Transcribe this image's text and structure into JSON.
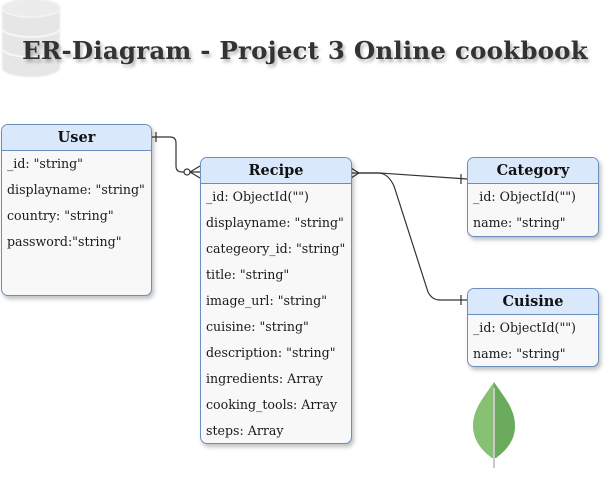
{
  "title": "ER-Diagram - Project 3 Online cookbook",
  "icons": {
    "database": "database-icon",
    "mongodb": "mongodb-leaf-icon"
  },
  "colors": {
    "entity_header": "#dae8fc",
    "entity_border": "#6c8ebf",
    "entity_body": "#f8f8f8",
    "connector": "#333333",
    "leaf_light": "#8cc87a",
    "leaf_dark": "#5a9c4c"
  },
  "entities": {
    "user": {
      "name": "User",
      "fields": [
        "_id: \"string\"",
        "displayname: \"string\"",
        "country: \"string\"",
        "password:\"string\""
      ]
    },
    "recipe": {
      "name": "Recipe",
      "fields": [
        "_id: ObjectId(\"\")",
        "displayname: \"string\"",
        "categeory_id: \"string\"",
        "title: \"string\"",
        "image_url: \"string\"",
        "cuisine: \"string\"",
        "description: \"string\"",
        "ingredients: Array",
        "cooking_tools: Array",
        "steps: Array"
      ]
    },
    "category": {
      "name": "Category",
      "fields": [
        "_id: ObjectId(\"\")",
        "name: \"string\""
      ]
    },
    "cuisine": {
      "name": "Cuisine",
      "fields": [
        "_id: ObjectId(\"\")",
        "name: \"string\""
      ]
    }
  }
}
